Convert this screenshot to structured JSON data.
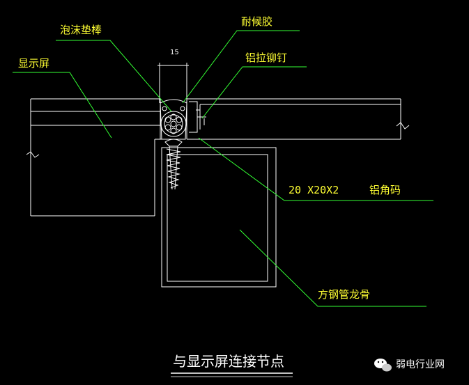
{
  "labels": {
    "foam_rod": "泡沫垫棒",
    "sealant": "耐候胶",
    "display": "显示屏",
    "rivet": "铝拉铆钉",
    "angle_code": "20 X20X2",
    "angle_name": "铝角码",
    "steel_tube": "方钢管龙骨"
  },
  "dimension": "15",
  "title": "与显示屏连接节点",
  "watermark": "弱电行业网",
  "colors": {
    "line": "#ffffff",
    "leader": "#33ff33",
    "text": "#ffff33",
    "background": "#000000"
  },
  "icons": {
    "watermark": "wechat-icon"
  }
}
